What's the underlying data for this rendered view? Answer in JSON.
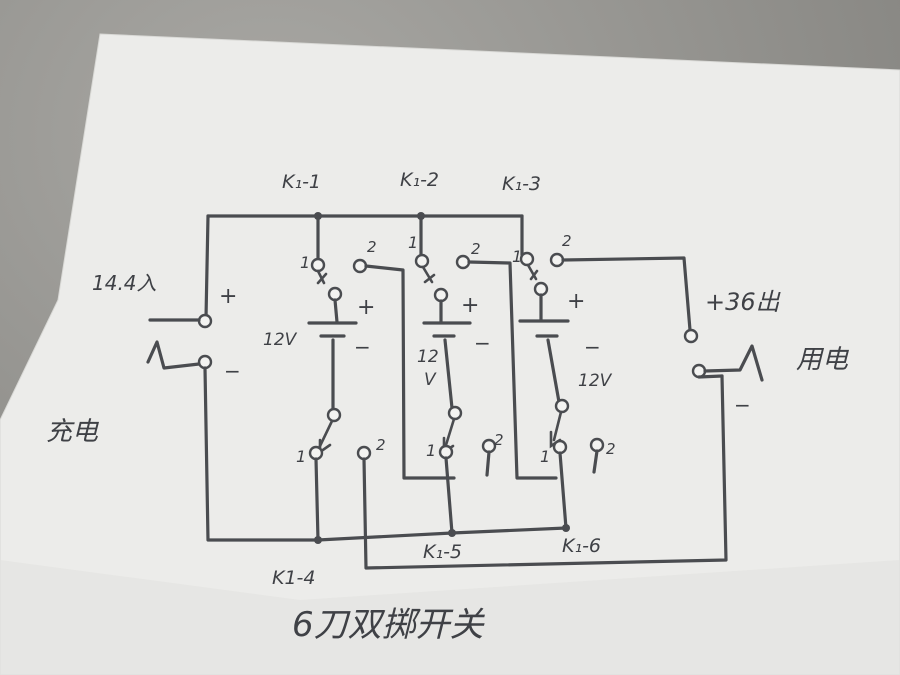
{
  "diagram": {
    "switch_labels": {
      "k1_1": "K₁-1",
      "k1_2": "K₁-2",
      "k1_3": "K₁-3",
      "k1_4": "K1-4",
      "k1_5": "K₁-5",
      "k1_6": "K₁-6"
    },
    "contact_labels": {
      "one": "1",
      "two": "2"
    },
    "battery_labels": {
      "b1": "12V",
      "b2_line1": "12",
      "b2_line2": "V",
      "b3": "12V"
    },
    "polarity": {
      "plus": "+",
      "minus": "−"
    },
    "input": {
      "voltage": "14.4入",
      "plus": "+",
      "minus": "−",
      "label": "充电"
    },
    "output": {
      "voltage": "+36出",
      "minus": "−",
      "label": "用电"
    },
    "caption": "6刀双掷开关"
  }
}
